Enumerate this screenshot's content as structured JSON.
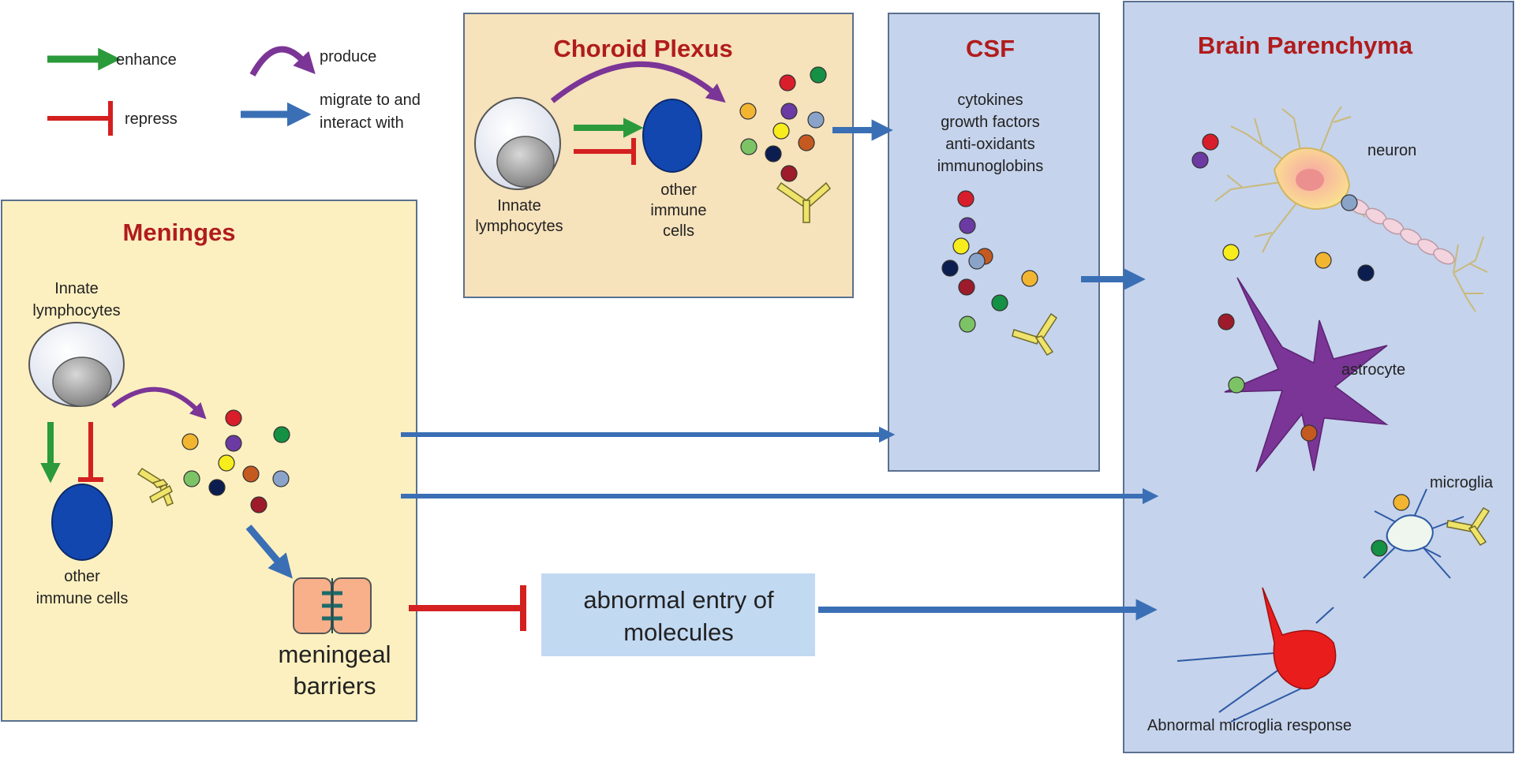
{
  "legend": {
    "enhance": "enhance",
    "repress": "repress",
    "produce": "produce",
    "migrate_line1": "migrate to and",
    "migrate_line2": "interact with"
  },
  "choroid": {
    "title": "Choroid Plexus",
    "innate_line1": "Innate",
    "innate_line2": "lymphocytes",
    "other_line1": "other",
    "other_line2": "immune",
    "other_line3": "cells"
  },
  "csf": {
    "title": "CSF",
    "items": [
      "cytokines",
      "growth factors",
      "anti-oxidants",
      "immunoglobins"
    ]
  },
  "brain": {
    "title": "Brain Parenchyma",
    "neuron": "neuron",
    "astrocyte": "astrocyte",
    "microglia": "microglia",
    "abnormal": "Abnormal microglia response"
  },
  "meninges": {
    "title": "Meninges",
    "innate_line1": "Innate",
    "innate_line2": "lymphocytes",
    "other_line1": "other",
    "other_line2": "immune cells",
    "barrier_line1": "meningeal",
    "barrier_line2": "barriers"
  },
  "entry": {
    "line1": "abnormal entry of",
    "line2": "molecules"
  },
  "colors": {
    "box_yellow": "#fdf0c0",
    "box_tan": "#f6e2bb",
    "box_blue": "#c5d3ec",
    "enhance": "#2b9a3b",
    "repress": "#d42020",
    "produce": "#7b3596",
    "migrate": "#3a6fb5",
    "title": "#b01c1c"
  }
}
